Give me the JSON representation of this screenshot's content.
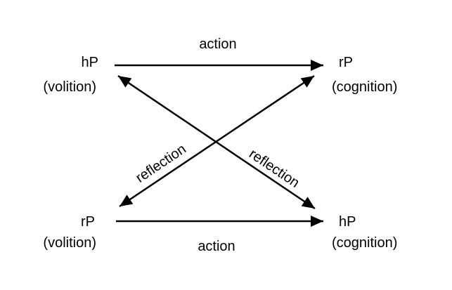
{
  "figure": {
    "background_color": "#ffffff",
    "ink_color": "#000000",
    "nodes": {
      "top_left": {
        "label": "hP",
        "sublabel": "(volition)"
      },
      "top_right": {
        "label": "rP",
        "sublabel": "(cognition)"
      },
      "bottom_left": {
        "label": "rP",
        "sublabel": "(volition)"
      },
      "bottom_right": {
        "label": "hP",
        "sublabel": "(cognition)"
      }
    },
    "edges": {
      "top_action": {
        "label": "action",
        "from": "top_left",
        "to": "top_right",
        "style": "single-headed-right"
      },
      "bottom_action": {
        "label": "action",
        "from": "bottom_left",
        "to": "bottom_right",
        "style": "single-headed-right"
      },
      "diagonal_left_reflection": {
        "label": "reflection",
        "between": [
          "bottom_left",
          "top_right"
        ],
        "style": "double-headed"
      },
      "diagonal_right_reflection": {
        "label": "reflection",
        "between": [
          "top_left",
          "bottom_right"
        ],
        "style": "double-headed"
      }
    }
  }
}
